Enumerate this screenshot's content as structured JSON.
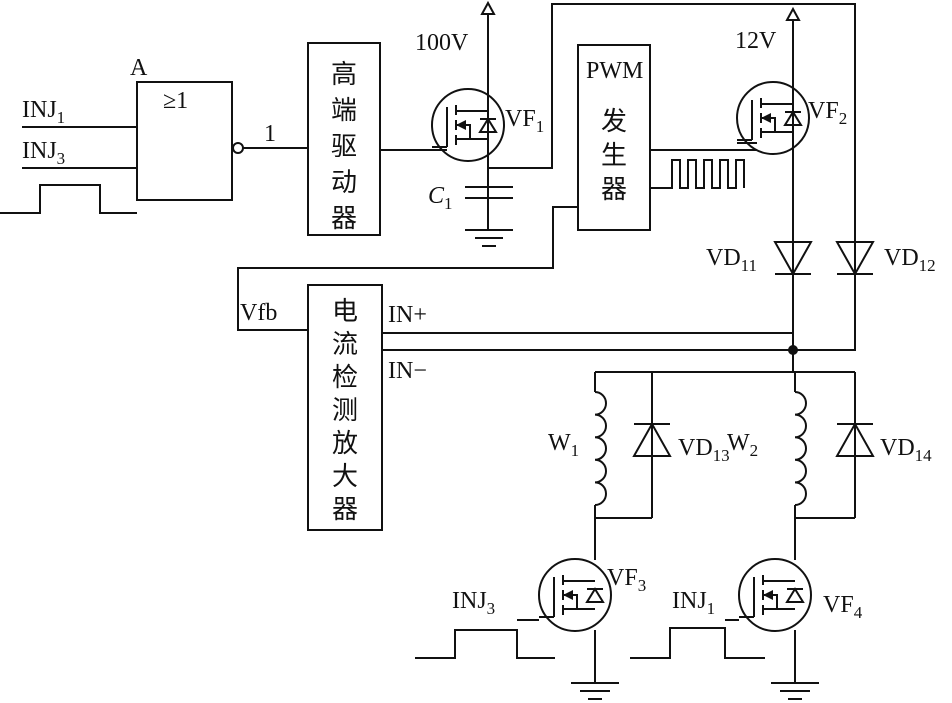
{
  "supplies": {
    "high": "100V",
    "low": "12V"
  },
  "gate": {
    "name": "A",
    "symbol": "≥1",
    "output": "1"
  },
  "inputs": [
    {
      "main": "INJ",
      "sub": "1"
    },
    {
      "main": "INJ",
      "sub": "3"
    }
  ],
  "driver": {
    "chars": [
      "高",
      "端",
      "驱",
      "动",
      "器"
    ]
  },
  "pwm": {
    "title": "PWM",
    "chars": [
      "发",
      "生",
      "器"
    ]
  },
  "amp": {
    "chars": [
      "电",
      "流",
      "检",
      "测",
      "放",
      "大",
      "器"
    ],
    "feedback": "Vfb",
    "in_plus": "IN+",
    "in_minus": "IN−"
  },
  "capacitor": {
    "main": "C",
    "sub": "1"
  },
  "transistors": [
    {
      "main": "VF",
      "sub": "1"
    },
    {
      "main": "VF",
      "sub": "2"
    },
    {
      "main": "VF",
      "sub": "3"
    },
    {
      "main": "VF",
      "sub": "4"
    }
  ],
  "diodes": [
    {
      "main": "VD",
      "sub": "11"
    },
    {
      "main": "VD",
      "sub": "12"
    },
    {
      "main": "VD",
      "sub": "13"
    },
    {
      "main": "VD",
      "sub": "14"
    }
  ],
  "coils": [
    {
      "main": "W",
      "sub": "1"
    },
    {
      "main": "W",
      "sub": "2"
    }
  ],
  "low_side_inputs": [
    {
      "main": "INJ",
      "sub": "3"
    },
    {
      "main": "INJ",
      "sub": "1"
    }
  ]
}
